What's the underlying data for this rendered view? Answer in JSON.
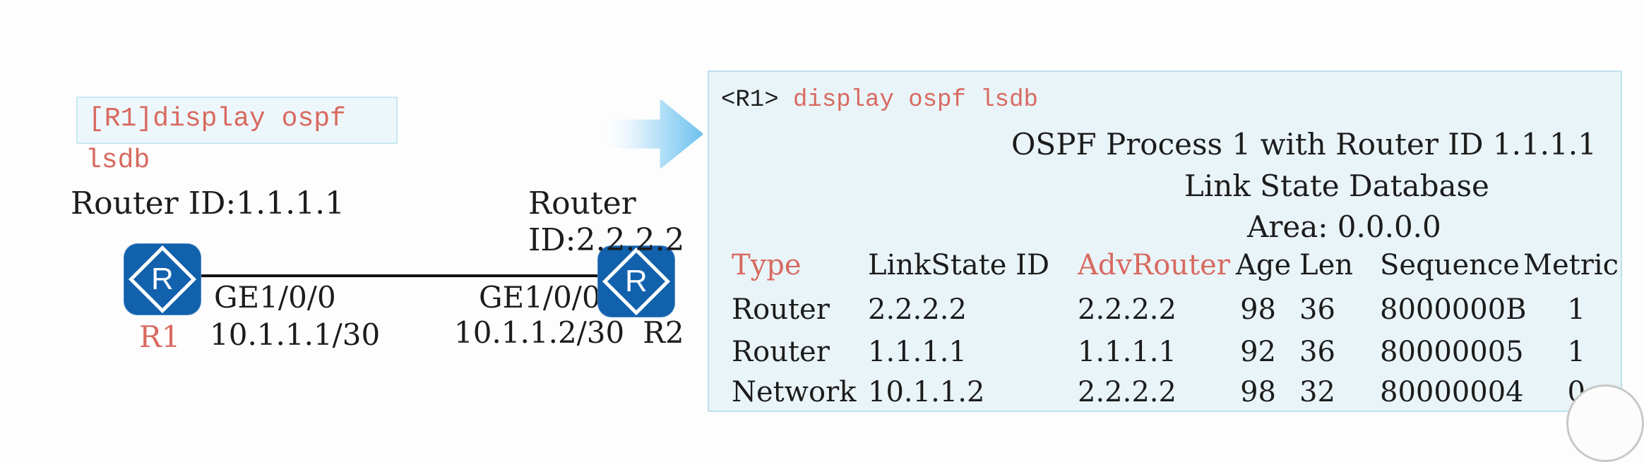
{
  "diagram": {
    "command_box": {
      "line1": "[R1]display ospf",
      "line2": "lsdb"
    },
    "router1": {
      "id_label": "Router ID:1.1.1.1",
      "name": "R1",
      "interface": "GE1/0/0",
      "ip": "10.1.1.1/30",
      "icon_letter": "R"
    },
    "router2": {
      "id_line1": "Router",
      "id_line2": "ID:2.2.2.2",
      "name": "R2",
      "interface": "GE1/0/0",
      "ip": "10.1.1.2/30",
      "icon_letter": "R"
    }
  },
  "terminal": {
    "prompt": "<R1>",
    "command": " display ospf lsdb",
    "process_line": "OSPF Process 1 with Router ID 1.1.1.1",
    "database_line": "Link State Database",
    "area_line": "Area: 0.0.0.0",
    "table": {
      "headers": [
        "Type",
        "LinkState ID",
        "AdvRouter",
        "Age",
        "Len",
        "Sequence",
        "Metric"
      ],
      "rows": [
        [
          "Router",
          "2.2.2.2",
          "2.2.2.2",
          "98",
          "36",
          "8000000B",
          "1"
        ],
        [
          "Router",
          "1.1.1.1",
          "1.1.1.1",
          "92",
          "36",
          "80000005",
          "1"
        ],
        [
          "Network",
          "10.1.1.2",
          "2.2.2.2",
          "98",
          "32",
          "80000004",
          "0"
        ]
      ]
    }
  },
  "colors": {
    "accent_red": "#d8695f",
    "panel_bg": "#e9f4f8",
    "panel_border": "#bfe0ee",
    "router_blue": "#1161ad",
    "arrow_blue": "#6fc2ef",
    "link_black": "#111111"
  }
}
